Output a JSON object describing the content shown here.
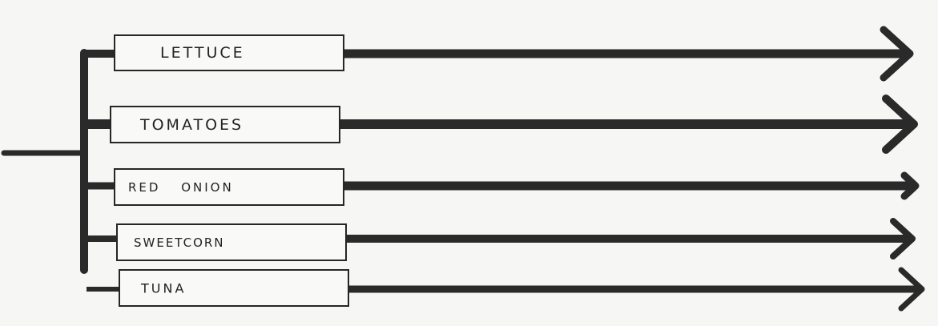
{
  "diagram": {
    "ink_color": "#2a2a2a",
    "background": "#f6f6f4",
    "items": [
      {
        "label": "LETTUCE",
        "connected": true
      },
      {
        "label": "TOMATOES",
        "connected": true
      },
      {
        "label": "RED ONION",
        "connected": true
      },
      {
        "label": "SWEETCORN",
        "connected": true
      },
      {
        "label": "TUNA",
        "connected": false
      }
    ]
  }
}
